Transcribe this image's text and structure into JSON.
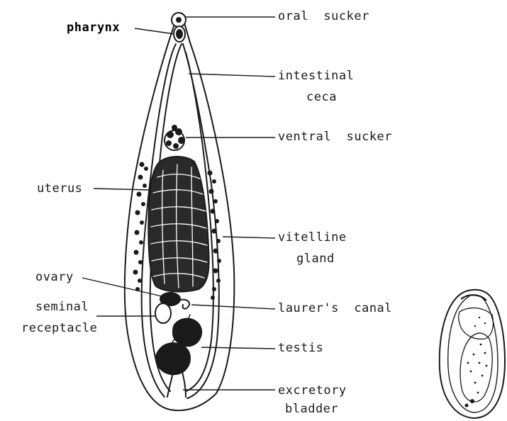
{
  "figure": {
    "labels": {
      "oral_sucker": "oral  sucker",
      "pharynx": "pharynx",
      "intestinal_ceca_line1": "intestinal",
      "intestinal_ceca_line2": "ceca",
      "ventral_sucker": "ventral  sucker",
      "uterus": "uterus",
      "vitelline_gland_line1": "vitelline",
      "vitelline_gland_line2": "gland",
      "ovary": "ovary",
      "seminal_receptacle_line1": "seminal",
      "seminal_receptacle_line2": "receptacle",
      "laurers_canal": "laurer's  canal",
      "testis": "testis",
      "excretory_bladder_line1": "excretory",
      "excretory_bladder_line2": "bladder"
    }
  },
  "colors": {
    "ink": "#1a1a1a",
    "paper": "#ffffff"
  }
}
